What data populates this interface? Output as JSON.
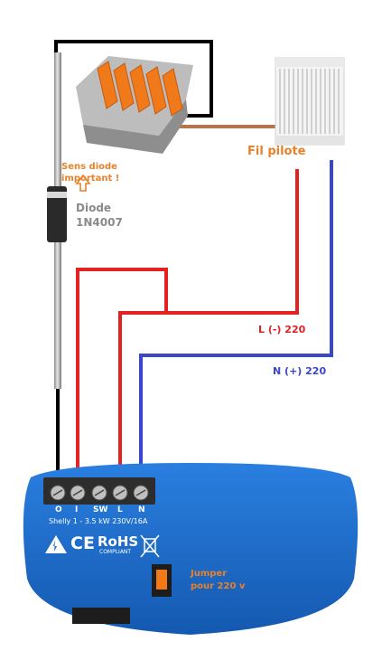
{
  "labels": {
    "diode_direction": "Sens diode\nimportant !",
    "diode_name": "Diode\n1N4007",
    "pilot_wire": "Fil pilote",
    "live": "L (-) 220",
    "neutral": "N (+) 220",
    "jumper": "Jumper\npour 220 v"
  },
  "shelly": {
    "terminals": [
      "O",
      "I",
      "SW",
      "L",
      "N"
    ],
    "model_text": "Shelly 1 - 3.5 kW 230V/16A",
    "rohs": "RoHS",
    "compliant": "COMPLIANT",
    "ce": "CE"
  },
  "colors": {
    "wire_red": "#e52222",
    "wire_blue": "#3a46c8",
    "wire_black": "#000000",
    "wire_brown": "#b5744a",
    "shelly_blue": "#1f6fcf",
    "label_orange": "#e8822a",
    "wago_orange": "#f07a1a"
  },
  "icons": [
    "diode-arrow-up-icon",
    "warning-triangle-icon",
    "wheelie-bin-crossed-icon"
  ]
}
